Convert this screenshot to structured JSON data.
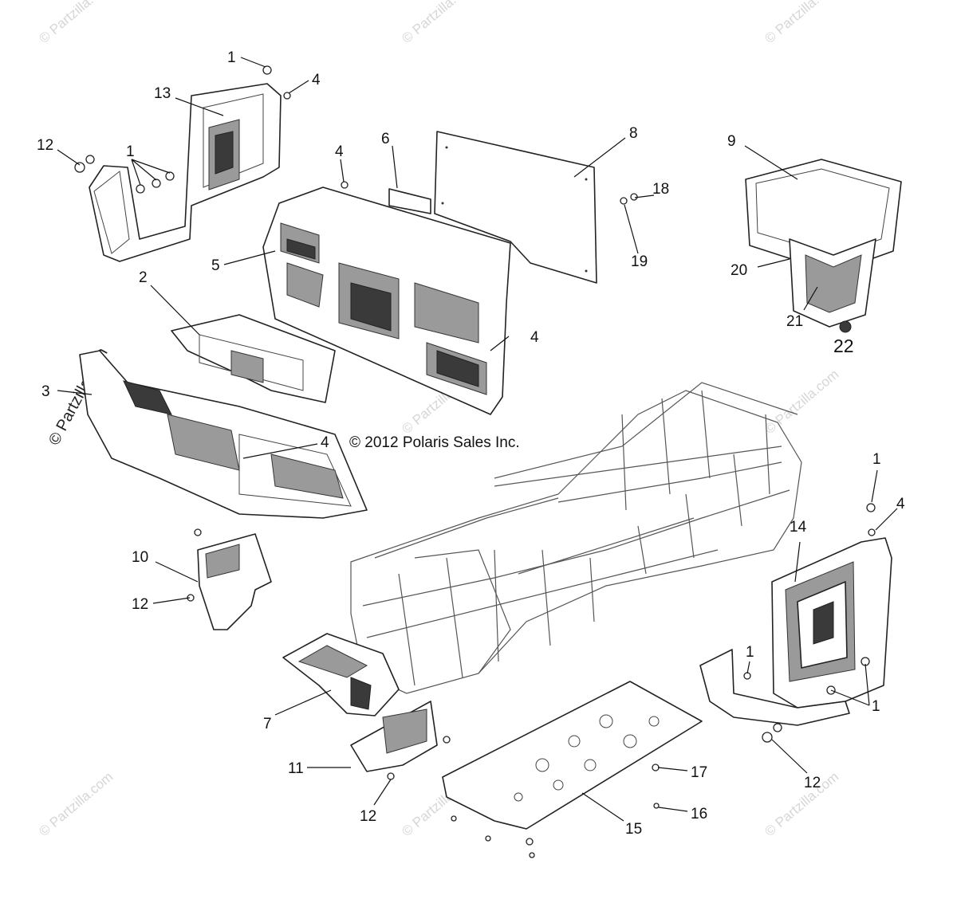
{
  "copyright": "© 2012 Polaris Sales Inc.",
  "watermark_text": "© Partzilla.com",
  "callouts": {
    "c1a": "1",
    "c4a": "4",
    "c13": "13",
    "c12a": "12",
    "c1b": "1",
    "c4b": "4",
    "c6": "6",
    "c8": "8",
    "c9": "9",
    "c18": "18",
    "c19": "19",
    "c5": "5",
    "c2": "2",
    "c20": "20",
    "c21": "21",
    "c22": "22",
    "c3": "3",
    "c4c": "4",
    "c4d": "4",
    "c1c": "1",
    "c4e": "4",
    "c14": "14",
    "c10": "10",
    "c12b": "12",
    "c7": "7",
    "c1d": "1",
    "c1e": "1",
    "c11": "11",
    "c17": "17",
    "c12c": "12",
    "c12d": "12",
    "c16": "16",
    "c15": "15"
  }
}
